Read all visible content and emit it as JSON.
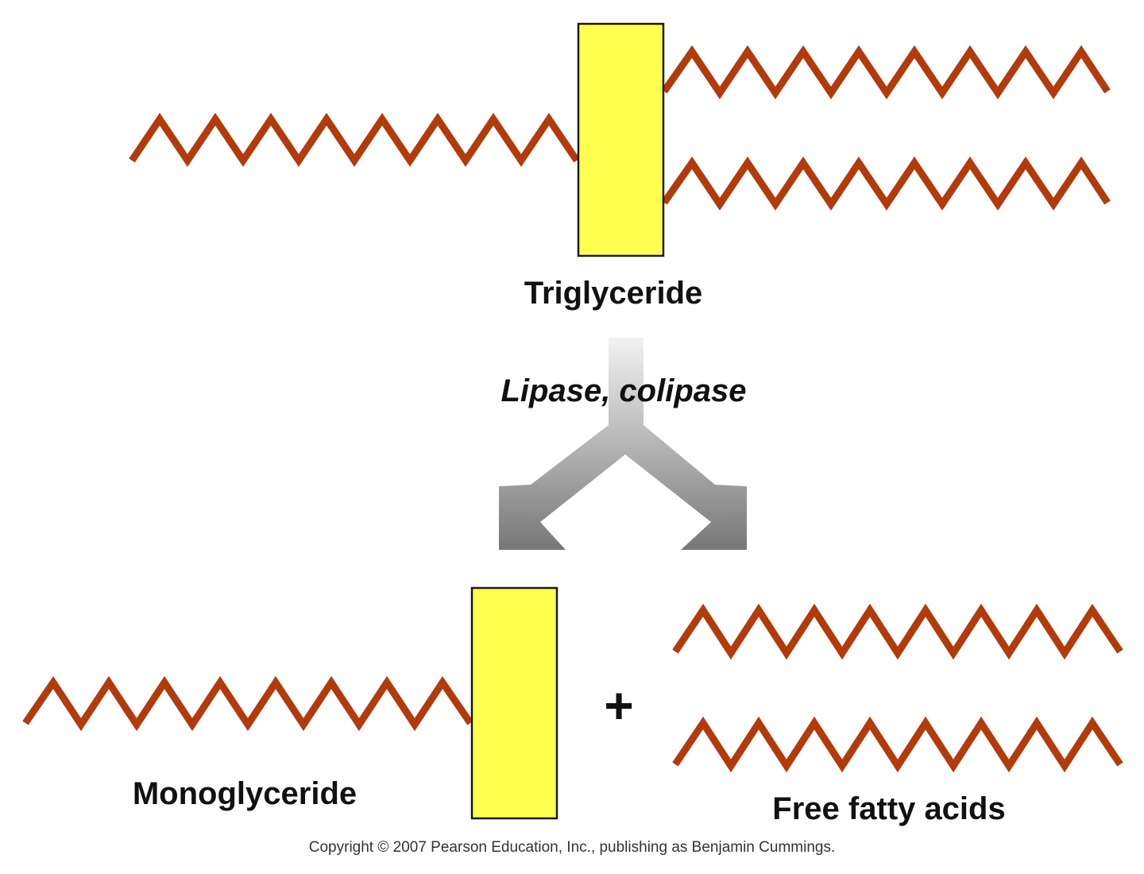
{
  "labels": {
    "reactant": "Triglyceride",
    "enzymes": "Lipase, colipase",
    "product_left": "Monoglyceride",
    "plus": "+",
    "product_right": "Free fatty acids"
  },
  "copyright": "Copyright © 2007 Pearson Education, Inc., publishing as Benjamin Cummings.",
  "colors": {
    "fatty_acid_chain": "#b23a0b",
    "glycerol_backbone": "#ffff4d",
    "text": "#111111",
    "arrow_dark": "#7a7a7a",
    "arrow_light": "#e6e6e6"
  }
}
